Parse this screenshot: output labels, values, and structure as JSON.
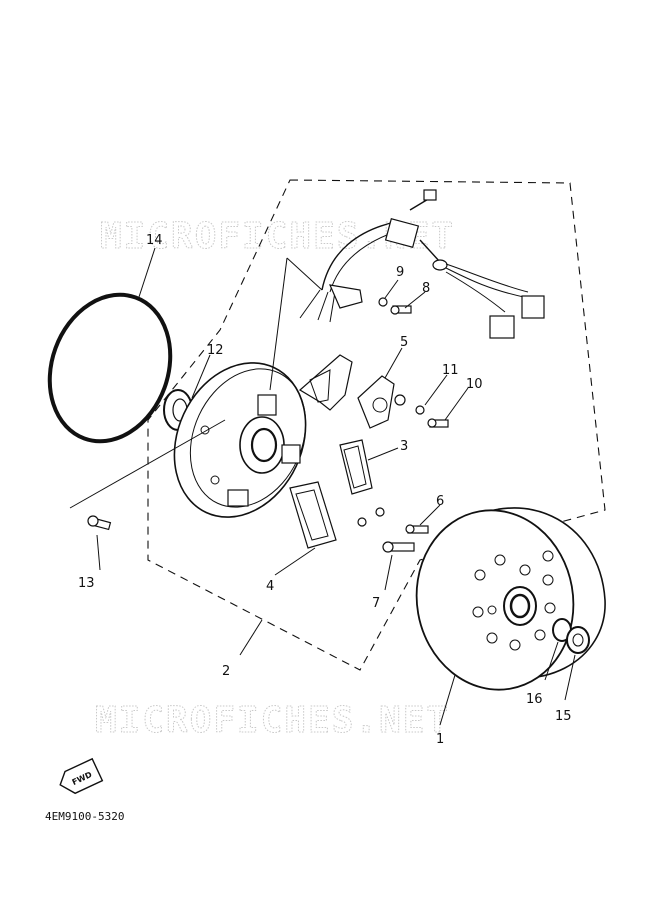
{
  "watermark": "MICROFICHES.NET",
  "diagram_code": "4EM9100-5320",
  "fwd_label": "FWD",
  "callouts": {
    "c1": "1",
    "c2": "2",
    "c3": "3",
    "c4": "4",
    "c5": "5",
    "c6": "6",
    "c7": "7",
    "c8": "8",
    "c9": "9",
    "c10": "10",
    "c11": "11",
    "c12": "12",
    "c13": "13",
    "c14": "14",
    "c15": "15",
    "c16": "16"
  }
}
